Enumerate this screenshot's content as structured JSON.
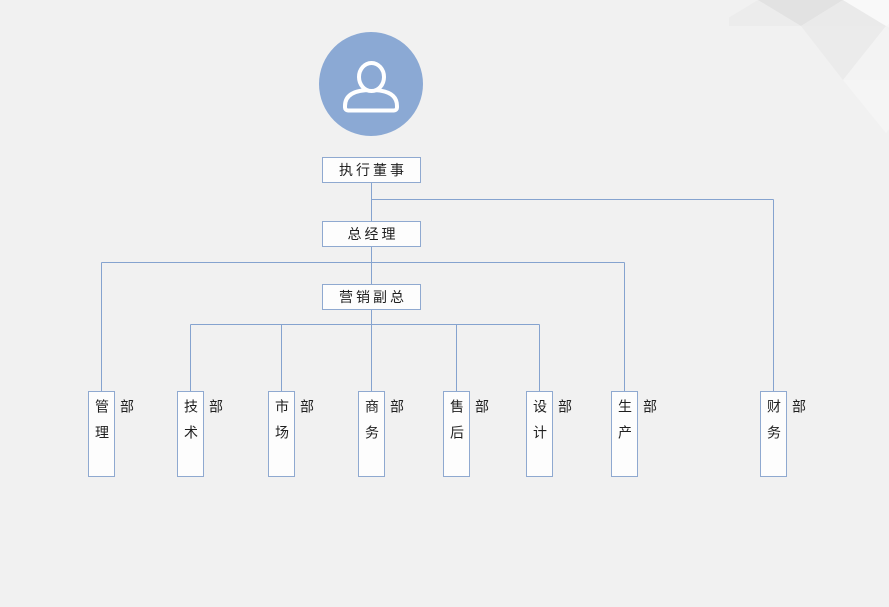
{
  "diagram": {
    "type": "org-chart",
    "avatar_icon": "person-icon",
    "nodes": {
      "executive_director": {
        "label": "执行董事"
      },
      "general_manager": {
        "label": "总经理",
        "reports_to": "执行董事"
      },
      "marketing_vp": {
        "label": "营销副总",
        "reports_to": "总经理"
      }
    },
    "departments": [
      {
        "label": "管理部",
        "reports_to": "总经理"
      },
      {
        "label": "技术部",
        "reports_to": "营销副总"
      },
      {
        "label": "市场部",
        "reports_to": "营销副总"
      },
      {
        "label": "商务部",
        "reports_to": "营销副总"
      },
      {
        "label": "售后部",
        "reports_to": "营销副总"
      },
      {
        "label": "设计部",
        "reports_to": "营销副总"
      },
      {
        "label": "生产部",
        "reports_to": "总经理"
      },
      {
        "label": "财务部",
        "reports_to": "执行董事"
      }
    ],
    "colors": {
      "background": "#f1f1f1",
      "node_fill": "#fdfdfd",
      "node_border": "#8fa9d0",
      "connector": "#85a3cf",
      "avatar_fill": "#8ba9d4",
      "avatar_glyph": "#ffffff",
      "text": "#1f1f1f"
    }
  }
}
